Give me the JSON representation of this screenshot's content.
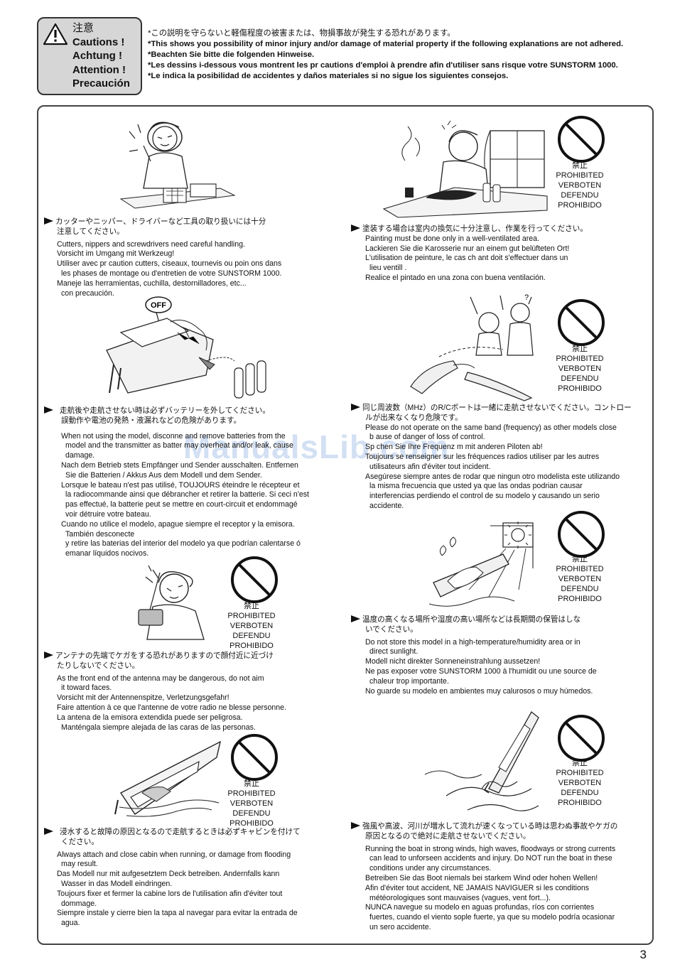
{
  "header": {
    "japanese_label": "注意",
    "caution_words": [
      "Cautions !",
      "Achtung !",
      "Attention !",
      "Precaución"
    ],
    "lines": [
      "*この説明を守らないと軽傷程度の被害または、物損事故が発生する恐れがあります。",
      "*This shows you possibility of minor injury and/or damage of material property if the following explanations are not adhered.",
      "*Beachten Sie bitte die folgenden Hinweise.",
      "*Les dessins  i-dessous vous montrent les pr cautions d'emploi à prendre afin d'utiliser sans risque votre SUNSTORM 1000.",
      "*Le indica la posibilidad de accidentes y daños materiales si no sigue los siguientes consejos."
    ]
  },
  "prohibited_label": {
    "jp": "禁止",
    "en": "PROHIBITED",
    "de": "VERBOTEN",
    "fr": "DEFENDU",
    "es": "PROHIBIDO"
  },
  "off_label": "OFF",
  "watermark": "ManualsLib.com",
  "page_number": "3",
  "sections": {
    "tools": [
      "カッターやニッパー、ドライバーなど工具の取り扱いには十分",
      "注意してください。",
      "Cutters, nippers and screwdrivers need careful handling.",
      "Vorsicht im Umgang mit Werkzeug!",
      "Utiliser avec pr caution cutters, ciseaux, tournevis ou poin ons dans",
      "les phases de montage ou d'entretien de votre SUNSTORM 1000.",
      "Maneje las herramientas, cuchilla, destornilladores, etc...",
      "con precaución."
    ],
    "battery": [
      "走航後や走航させない時は必ずバッテリーを外してください。",
      "誤動作や電池の発熱・液漏れなどの危険があります。",
      "When not using the model, disconne    and remove batteries from the",
      "model and the transmitter as batter    may overheat and/or leak,   cause",
      "damage.",
      "Nach dem Betrieb stets Empfänger und Sender ausschalten. Entfernen",
      "Sie die Batterien / Akkus Aus dem Modell und dem Sender.",
      "Lorsque le bateau n'est pas utilisé, TOUJOURS éteindre le récepteur et",
      "la radiocommande ainsi que débrancher et retirer la batterie. Si ceci n'est",
      "pas effectué, la batterie peut se mettre en court-circuit et endommagé",
      "voir détruire votre bateau.",
      "Cuando no utilice el modelo, apague siempre el receptor y la emisora.",
      "También desconecte",
      "y retire las baterias del interior del modelo ya que podrían calentarse ó",
      "emanar líquidos nocivos."
    ],
    "antenna": [
      "アンテナの先端でケガをする恐れがありますので顔付近に近づけ",
      "たりしないでください。",
      "As the front end of the antenna may be dangerous, do not aim",
      "it toward faces.",
      "Vorsicht mit der Antennenspitze, Verletzungsgefahr!",
      "Faire attention à ce que l'antenne de votre radio ne blesse personne.",
      "La antena de la emisora extendida puede ser peligrosa.",
      "Manténgala siempre alejada de las caras de las personas."
    ],
    "cabin": [
      "浸水すると故障の原因となるので走航するときは必ずキャビンを付けて",
      "ください。",
      "Always attach and close cabin when running, or damage from flooding",
      "may result.",
      "Das Modell nur mit aufgesetztem Deck betreiben. Andernfalls kann",
      "Wasser in das Modell eindringen.",
      "Toujours fixer et fermer la cabine lors de l'utilisation afin d'éviter tout",
      "dommage.",
      "Siempre instale y cierre bien la tapa al navegar para evitar la entrada de",
      "agua."
    ],
    "painting": [
      "塗装する場合は室内の換気に十分注意し、作業を行ってください。",
      "Painting must be done only in a well-ventilated area.",
      "Lackieren Sie die Karosserie nur an einem gut belüfteten Ort!",
      "L'utilisation de peinture, le cas  ch ant doit s'effectuer dans un",
      "lieu ventill .",
      "Realice el pintado en una zona con buena ventilación."
    ],
    "frequency": [
      "同じ周波数（MHz）のR/Cボートは一緒に走航させないでください。コントロー",
      "ルが出来なくなり危険です。",
      "Please do not operate on the same band (frequency) as other models close",
      "b    ause of danger of loss of control.",
      "Sp    chen Sie Ihre Frequenz m  mit anderen Piloten ab!",
      "Toujours se renseigner sur les fréquences radios utiliser par les autres",
      "utilisateurs afin d'éviter tout incident.",
      "Asegúrese siempre antes de rodar que ningun otro modelista este utilizando",
      "la misma frecuencia que usted ya que las ondas podrian causar",
      "interferencias perdiendo el control de su modelo y causando un serio",
      "accidente."
    ],
    "temperature": [
      "温度の高くなる場所や湿度の高い場所などは長期間の保管はしな",
      "いでください。",
      "Do not store this model in a high-temperature/humidity area or in",
      "direct sunlight.",
      "Modell nicht direkter Sonneneinstrahlung aussetzen!",
      "Ne pas exposer votre SUNSTORM 1000 à l'humidit  ou une source de",
      "chaleur trop importante.",
      "No guarde su modelo en ambientes muy calurosos o muy húmedos."
    ],
    "weather": [
      "強風や高波、河川が増水して流れが速くなっている時は思わぬ事故やケガの",
      "原因となるので絶対に走航させないでください。",
      "Running the boat in strong winds, high waves, floodways or strong currents",
      "can lead to unforseen accidents and injury. Do NOT run the boat in these",
      "conditions under any circumstances.",
      "Betreiben Sie das Boot niemals bei starkem Wind oder hohen Wellen!",
      "Afin d'éviter tout accident, NE JAMAIS NAVIGUER si les conditions",
      "météorologiques sont mauvaises (vagues, vent fort...).",
      "NUNCA navegue su modelo en aguas profundas, ríos con corrientes",
      "fuertes, cuando el viento sople fuerte, ya que su modelo podría ocasionar",
      "un sero accidente."
    ]
  }
}
